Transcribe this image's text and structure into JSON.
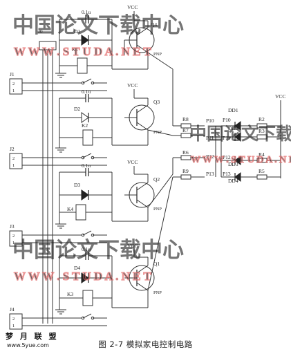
{
  "figure": {
    "caption": "图 2-7   模拟家电控制电路",
    "watermark_text": "中国论文下载中心",
    "watermark_url": "W W W . S T U D A . N E T",
    "site_logo": "梦 月 联 盟",
    "site_url": "www.5yue.com",
    "vcc_label": "VCC",
    "cap_label": "0.1u",
    "pnp_label": "PNP",
    "main_connector": "J0",
    "stages": [
      {
        "connector": "J1",
        "diode": "D1",
        "relay": "K1",
        "transistor": "Q4"
      },
      {
        "connector": "J2",
        "diode": "D2",
        "relay": "K2",
        "transistor": "Q3"
      },
      {
        "connector": "J3",
        "diode": "D3",
        "relay": "K4",
        "transistor": "Q2"
      },
      {
        "connector": "J4",
        "diode": "D4",
        "relay": "K3",
        "transistor": "Q1"
      }
    ],
    "pin_labels": [
      "2",
      "1"
    ],
    "base_resistors": [
      "R8",
      "R7",
      "R6",
      "R9"
    ],
    "ports": [
      "P10",
      "P11",
      "P12",
      "P13"
    ],
    "led_ports": [
      "P10",
      "P11",
      "P12",
      "P13"
    ],
    "leds": [
      "DD1",
      "DD2",
      "DD3",
      "DD4"
    ],
    "led_resistors": [
      "R2",
      "R3",
      "R4",
      "R5"
    ]
  }
}
